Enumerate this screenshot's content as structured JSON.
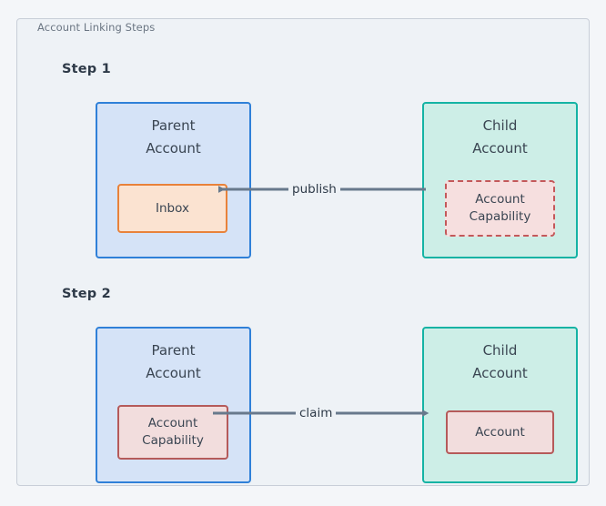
{
  "frame": {
    "title": "Account Linking Steps",
    "background": "#eef2f6",
    "border_color": "#c8ced8"
  },
  "steps": [
    {
      "label": "Step 1",
      "left_node": {
        "title": "Parent\nAccount",
        "kind": "parent-account",
        "border_color": "#2f80d8",
        "fill_color": "#d5e3f7",
        "inner": {
          "label": "Inbox",
          "border_color": "#e8823a",
          "fill_color": "#fbe3d1",
          "border_style": "solid"
        }
      },
      "right_node": {
        "title": "Child\nAccount",
        "kind": "child-account",
        "border_color": "#15b3a4",
        "fill_color": "#cdeee7",
        "inner": {
          "label": "Account\nCapability",
          "border_color": "#c4585a",
          "fill_color": "#f6dfdf",
          "border_style": "dashed"
        }
      },
      "edge": {
        "label": "publish",
        "direction": "right-to-left",
        "color": "#68798c"
      }
    },
    {
      "label": "Step 2",
      "left_node": {
        "title": "Parent\nAccount",
        "kind": "parent-account",
        "border_color": "#2f80d8",
        "fill_color": "#d5e3f7",
        "inner": {
          "label": "Account\nCapability",
          "border_color": "#b55a5a",
          "fill_color": "#f2dddd",
          "border_style": "solid"
        }
      },
      "right_node": {
        "title": "Child\nAccount",
        "kind": "child-account",
        "border_color": "#15b3a4",
        "fill_color": "#cdeee7",
        "inner": {
          "label": "Account",
          "border_color": "#b55a5a",
          "fill_color": "#f2dddd",
          "border_style": "solid"
        }
      },
      "edge": {
        "label": "claim",
        "direction": "left-to-right",
        "color": "#68798c"
      }
    }
  ]
}
